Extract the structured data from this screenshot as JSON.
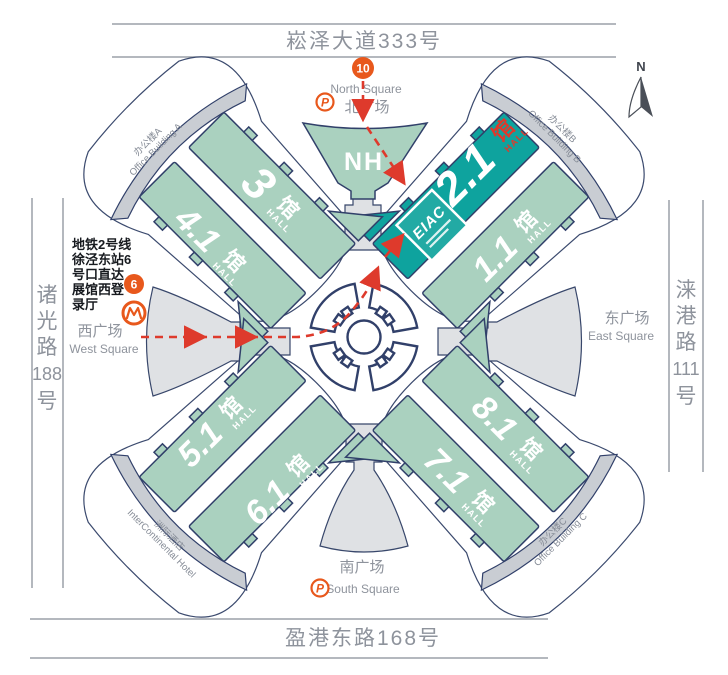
{
  "colors": {
    "hall_green": "#aad1bf",
    "hall_teal": "#0ea39e",
    "accent_red": "#de3a2c",
    "accent_orange": "#e8581c",
    "building_gray": "#c9cdd3",
    "outline_navy": "#31406a",
    "text_gray": "#8e939c"
  },
  "roads": {
    "north": "崧泽大道333号",
    "south": "盈港东路168号",
    "west": [
      "诸",
      "光",
      "路",
      "188",
      "号"
    ],
    "east": [
      "涞",
      "港",
      "路",
      "111",
      "号"
    ]
  },
  "squares": {
    "north": {
      "en": "North Square",
      "zh": "北广场"
    },
    "south": {
      "zh": "南广场",
      "en": "South Square"
    },
    "west": {
      "zh": "西广场",
      "en": "West Square"
    },
    "east": {
      "zh": "东广场",
      "en": "East Square"
    }
  },
  "halls": {
    "h3": {
      "num": "3",
      "unit": "馆",
      "type": "HALL"
    },
    "h41": {
      "num": "4.1",
      "unit": "馆",
      "type": "HALL"
    },
    "h21": {
      "num": "2.1",
      "unit": "馆",
      "type": "HALL"
    },
    "h11": {
      "num": "1.1",
      "unit": "馆",
      "type": "HALL"
    },
    "h51": {
      "num": "5.1",
      "unit": "馆",
      "type": "HALL"
    },
    "h61": {
      "num": "6.1",
      "unit": "馆",
      "type": "HALL"
    },
    "h71": {
      "num": "7.1",
      "unit": "馆",
      "type": "HALL"
    },
    "h81": {
      "num": "8.1",
      "unit": "馆",
      "type": "HALL"
    },
    "nh": {
      "num": "NH"
    }
  },
  "buildings": {
    "office_a": {
      "zh": "办公楼A",
      "en": "Office Building A"
    },
    "office_b": {
      "zh": "办公楼B",
      "en": "Office Building B"
    },
    "office_c": {
      "zh": "办公楼C",
      "en": "Office Building C"
    },
    "hotel": {
      "zh": "洲际酒店",
      "en": "InterContinental Hotel"
    }
  },
  "markers": {
    "north_gate": "10",
    "metro_exit": "6",
    "parking": "P",
    "compass": "N"
  },
  "metro_note": {
    "line1": "地铁2号线",
    "line2": "徐泾东站6",
    "line3": "号口直达",
    "line4": "展馆西登",
    "line5": "录厅"
  },
  "logo": {
    "name": "EIAC"
  }
}
